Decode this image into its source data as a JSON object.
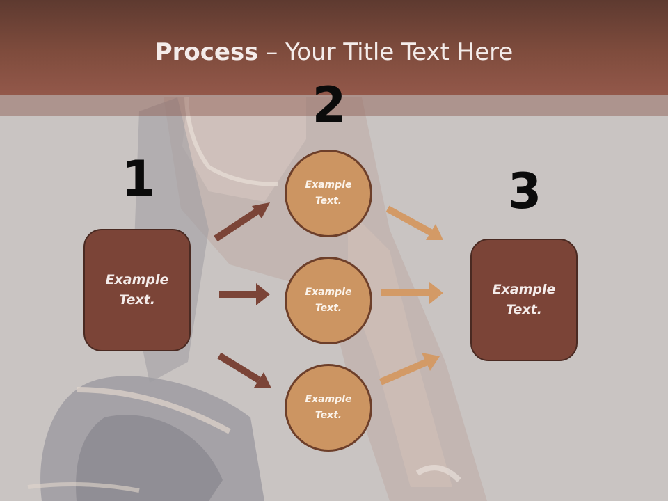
{
  "title": {
    "bold": "Process",
    "rest": " – Your Title Text Here"
  },
  "steps": {
    "one": "1",
    "two": "2",
    "three": "3"
  },
  "left_box": {
    "line1": "Example",
    "line2": "Text."
  },
  "right_box": {
    "line1": "Example",
    "line2": "Text."
  },
  "circles": [
    {
      "line1": "Example",
      "line2": "Text."
    },
    {
      "line1": "Example",
      "line2": "Text."
    },
    {
      "line1": "Example",
      "line2": "Text."
    }
  ],
  "colors": {
    "header": "#7f4c3d",
    "box_fill": "#7b4437",
    "circle_fill": "#cc9562",
    "arrow_left": "#7b4437",
    "arrow_right": "#d39a66",
    "background": "#c9c4c2"
  }
}
